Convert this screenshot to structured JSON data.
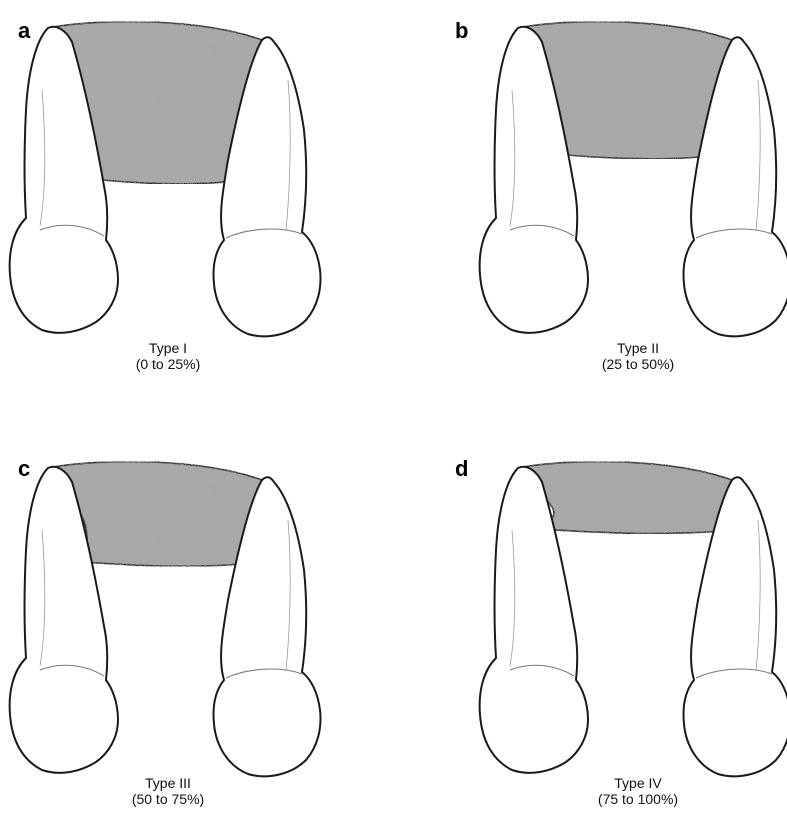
{
  "figure": {
    "panels": [
      {
        "letter": "a",
        "type_label": "Type I",
        "range_label": "(0 to 25%)",
        "fill_depth": 0.8
      },
      {
        "letter": "b",
        "type_label": "Type II",
        "range_label": "(25 to 50%)",
        "fill_depth": 0.67
      },
      {
        "letter": "c",
        "type_label": "Type III",
        "range_label": "(50 to 75%)",
        "fill_depth": 0.5
      },
      {
        "letter": "d",
        "type_label": "Type IV",
        "range_label": "(75 to 100%)",
        "fill_depth": 0.33
      }
    ],
    "colors": {
      "fill": "#a6a6a6",
      "outline": "#1a1a1a",
      "bone": "#ffffff"
    }
  }
}
